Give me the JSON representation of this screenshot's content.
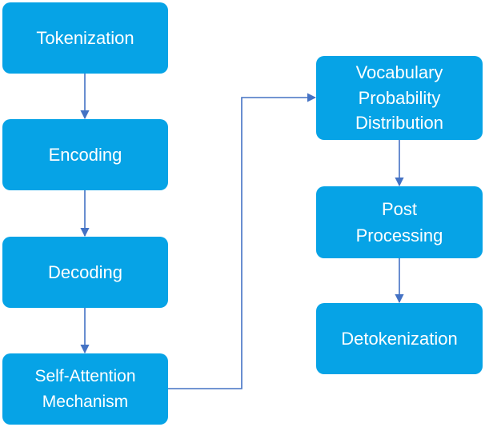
{
  "nodes": {
    "tokenization": "Tokenization",
    "encoding": "Encoding",
    "decoding": "Decoding",
    "self_attention": "Self-Attention\nMechanism",
    "vocab_prob": "Vocabulary\nProbability\nDistribution",
    "post_processing": "Post\nProcessing",
    "detokenization": "Detokenization"
  },
  "colors": {
    "node_fill": "#06a3e6",
    "node_text": "#ffffff",
    "connector": "#4472c4"
  }
}
